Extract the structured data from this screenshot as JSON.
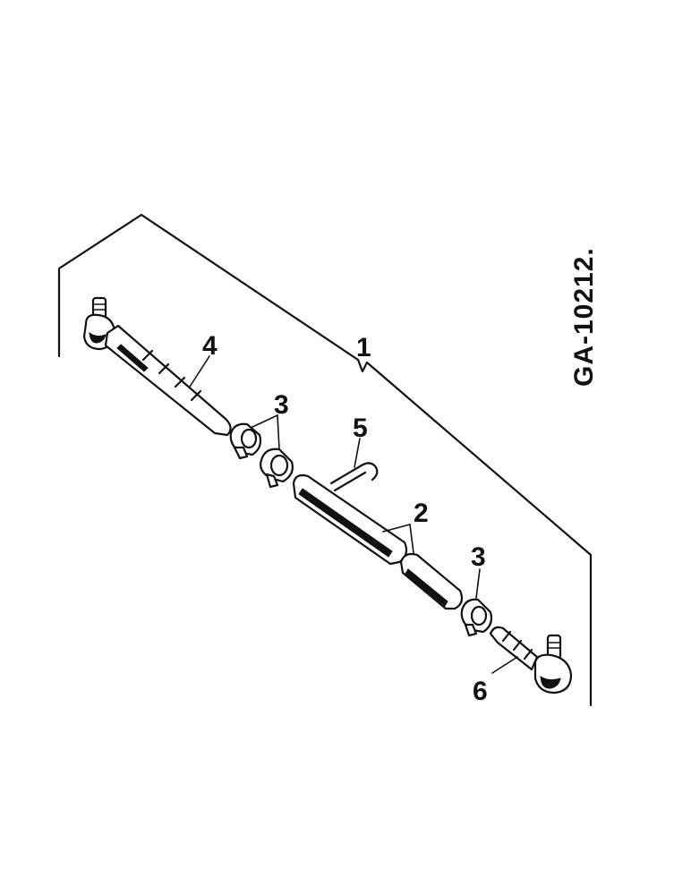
{
  "diagram": {
    "figure_code": "GA-10212.",
    "callouts": [
      {
        "id": "assembly",
        "label": "1"
      },
      {
        "id": "tube",
        "label": "2"
      },
      {
        "id": "clamp-left",
        "label": "3"
      },
      {
        "id": "clamp-right",
        "label": "3"
      },
      {
        "id": "rod-end-long",
        "label": "4"
      },
      {
        "id": "cotter-pin",
        "label": "5"
      },
      {
        "id": "rod-end-short",
        "label": "6"
      }
    ]
  }
}
